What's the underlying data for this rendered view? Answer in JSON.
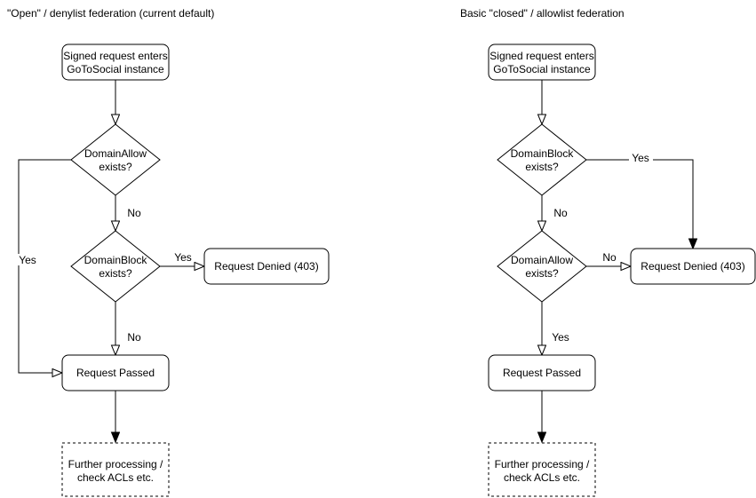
{
  "colors": {
    "line": "#000000",
    "node_fill": "#ffffff",
    "text": "#000000",
    "background": "#ffffff"
  },
  "left": {
    "title": "\"Open\" / denylist federation (current default)",
    "start_lines": [
      "Signed request enters",
      "GoToSocial instance"
    ],
    "decision1_lines": [
      "DomainAllow",
      "exists?"
    ],
    "decision2_lines": [
      "DomainBlock",
      "exists?"
    ],
    "denied_label": "Request Denied (403)",
    "passed_label": "Request Passed",
    "further_lines": [
      "Further processing /",
      "check ACLs etc."
    ],
    "labels": {
      "decision1_no": "No",
      "decision1_yes": "Yes",
      "decision2_yes": "Yes",
      "decision2_no": "No"
    }
  },
  "right": {
    "title": "Basic \"closed\" / allowlist federation",
    "start_lines": [
      "Signed request enters",
      "GoToSocial instance"
    ],
    "decision1_lines": [
      "DomainBlock",
      "exists?"
    ],
    "decision2_lines": [
      "DomainAllow",
      "exists?"
    ],
    "denied_label": "Request Denied (403)",
    "passed_label": "Request Passed",
    "further_lines": [
      "Further processing /",
      "check ACLs etc."
    ],
    "labels": {
      "decision1_yes": "Yes",
      "decision1_no": "No",
      "decision2_no": "No",
      "decision2_yes": "Yes"
    }
  }
}
